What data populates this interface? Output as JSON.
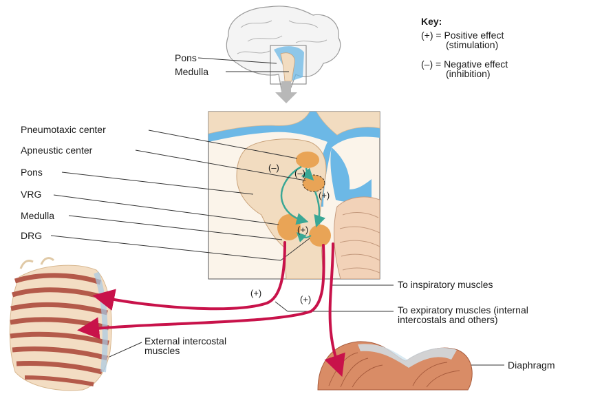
{
  "key": {
    "title": "Key:",
    "positive_line1": "(+) = Positive effect",
    "positive_line2": "(stimulation)",
    "negative_line1": "(–) = Negative effect",
    "negative_line2": "(inhibition)"
  },
  "brain_labels": {
    "pons": "Pons",
    "medulla": "Medulla"
  },
  "detail_labels": {
    "pneumotaxic": "Pneumotaxic center",
    "apneustic": "Apneustic center",
    "pons": "Pons",
    "vrg": "VRG",
    "medulla": "Medulla",
    "drg": "DRG"
  },
  "signs": {
    "minus": "(–)",
    "plus": "(+)"
  },
  "output_labels": {
    "inspiratory": "To inspiratory muscles",
    "expiratory_line1": "To expiratory muscles (internal",
    "expiratory_line2": "intercostals and others)",
    "external_line1": "External intercostal",
    "external_line2": "muscles",
    "diaphragm": "Diaphragm"
  },
  "colors": {
    "nerve": "#c8124a",
    "feedback_arrow": "#3aa795",
    "center": "#e9a456",
    "csf": "#6cb8e6",
    "tissue": "#f2dcc0"
  }
}
